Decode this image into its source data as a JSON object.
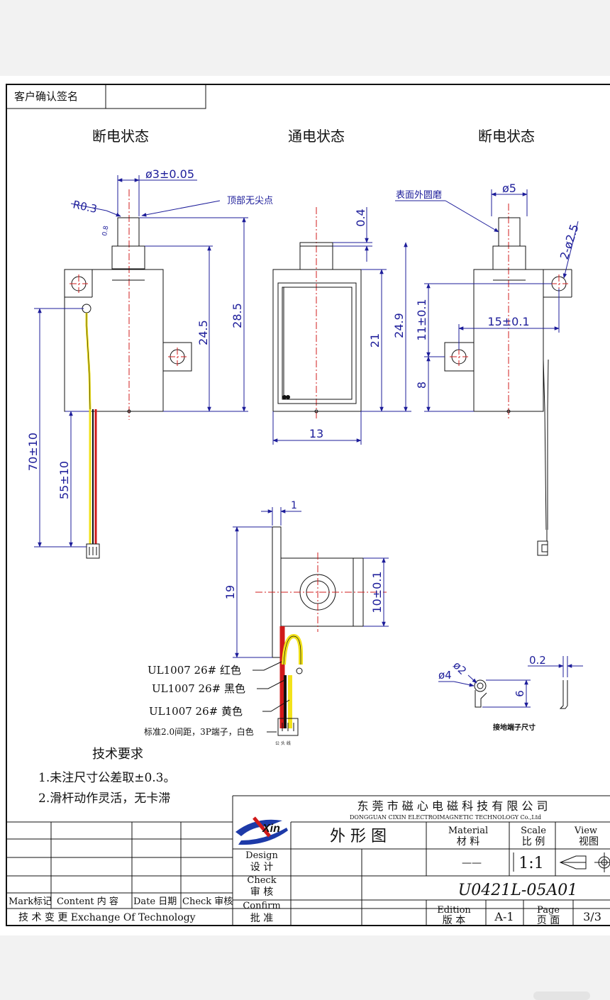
{
  "header": {
    "customer_confirm_label": "客户确认签名"
  },
  "views": {
    "left_title": "断电状态",
    "middle_title": "通电状态",
    "right_title": "断电状态",
    "bottom_detail_caption": "接地端子尺寸"
  },
  "dimensions": {
    "plunger_diameter": "ø3±0.05",
    "tip_radius": "R0.3",
    "tip_note": "顶部无尖点",
    "chamfer": "0.8",
    "height_24_5": "24.5",
    "height_28_5": "28.5",
    "lead_70": "70±10",
    "lead_55": "55±10",
    "stroke_0_4": "0.4",
    "height_21": "21",
    "height_24_9": "24.9",
    "width_13": "13",
    "surface_note": "表面外圆磨",
    "plunger_d5": "ø5",
    "holes_2_d2_5": "2-ø2.5",
    "hole_h_11": "11±0.1",
    "hole_spacing_15": "15±0.1",
    "bottom_8": "8",
    "bracket_1": "1",
    "height_19": "19",
    "height_10": "10±0.1",
    "terminal_d2": "ø2",
    "terminal_d4": "ø4",
    "terminal_6": "6",
    "terminal_0_2": "0.2"
  },
  "wires": [
    {
      "label": "UL1007  26# 红色",
      "color": "#d01a1a"
    },
    {
      "label": "UL1007  26# 黑色",
      "color": "#111111"
    },
    {
      "label": "UL1007  26#  黄色",
      "color": "#f2e21a"
    }
  ],
  "connector_note": "标准2.0间距，3P端子，白色",
  "connector_small_label": "公 头 线",
  "requirements": {
    "heading": "技术要求",
    "items": [
      "1.未注尺寸公差取±0.3。",
      "2.滑杆动作灵活，无卡滞"
    ]
  },
  "title_block": {
    "logo_text": "Xin",
    "company_cn": "东 莞 市 磁 心 电 磁 科 技 有 限 公 司",
    "company_en": "DONGGUAN    CIXIN  ELECTROIMAGNETIC   TECHNOLOGY    Co.,Ltd",
    "drawing_name": "外 形 图",
    "material_en": "Material",
    "material_cn": "材 料",
    "material_value": "——",
    "scale_en": "Scale",
    "scale_cn": "比 例",
    "scale_value": "1:1",
    "view_en": "View",
    "view_cn": "视图",
    "design_en": "Design",
    "design_cn": "设 计",
    "check_en": "Check",
    "check_cn": "审 核",
    "confirm_en": "Confirm",
    "confirm_cn": "批 准",
    "part_number": "U0421L-05A01",
    "edition_en": "Edition",
    "edition_cn": "版 本",
    "edition_value": "A-1",
    "page_en": "Page",
    "page_cn": "页 面",
    "page_value": "3/3",
    "rev_mark": "Mark标记",
    "rev_content": "Content 内 容",
    "rev_date": "Date 日期",
    "rev_check": "Check 审核",
    "rev_footer": "技 术 变 更  Exchange Of Technology"
  }
}
